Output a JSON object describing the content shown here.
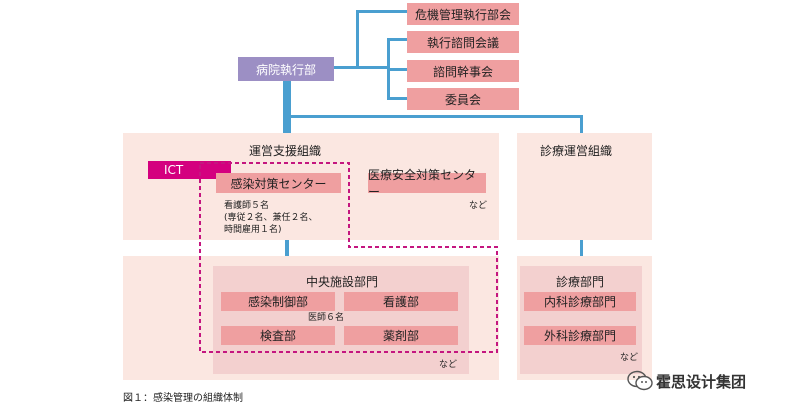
{
  "top_committees": [
    "危機管理執行部会",
    "執行諮問会議",
    "諮問幹事会",
    "委員会"
  ],
  "executive": {
    "label": "病院執行部"
  },
  "support_org": {
    "label": "運営支援組織"
  },
  "clinical_org": {
    "label": "診療運営組織"
  },
  "ict": {
    "label": "ICT"
  },
  "infection_center": {
    "label": "感染対策センター",
    "staff_lines": [
      "看護師５名",
      "(専従２名、兼任２名、",
      "時間雇用１名)"
    ]
  },
  "safety_center": {
    "label": "医療安全対策センター"
  },
  "etc_support": "など",
  "central": {
    "label": "中央施設部門",
    "cells": [
      "感染制御部",
      "看護部",
      "検査部",
      "薬剤部"
    ],
    "doctor_note": "医師６名",
    "etc": "など"
  },
  "clinical_dept": {
    "label": "診療部門",
    "cells": [
      "内科診療部門",
      "外科診療部門"
    ],
    "etc": "など"
  },
  "caption": "図１：感染管理の組織体制",
  "watermark": {
    "text": "霍思设计集团"
  },
  "colors": {
    "connector": "#4a9fd0",
    "committee": "#ef9fa0",
    "executive": "#9c8fc4",
    "band": "#fbe7e1",
    "panel": "#f3d0cf",
    "ict": "#d4007f"
  }
}
